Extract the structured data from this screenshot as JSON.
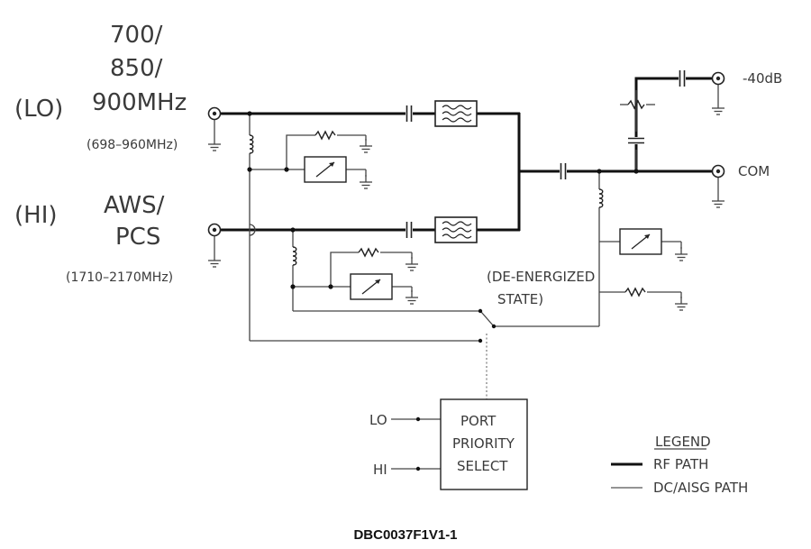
{
  "ports": {
    "lo_label": "(LO)",
    "lo_band_1": "700/",
    "lo_band_2": "850/",
    "lo_band_3": "900MHz",
    "lo_range": "(698–960MHz)",
    "hi_label": "(HI)",
    "hi_band_1": "AWS/",
    "hi_band_2": "PCS",
    "hi_range": "(1710–2170MHz)",
    "coupled": "-40dB",
    "com": "COM"
  },
  "switch": {
    "state_1": "(DE-ENERGIZED",
    "state_2": "STATE)"
  },
  "selector": {
    "lo_input": "LO",
    "hi_input": "HI",
    "line_1": "PORT",
    "line_2": "PRIORITY",
    "line_3": "SELECT"
  },
  "legend": {
    "title": "LEGEND",
    "rf": "RF PATH",
    "dc": "DC/AISG PATH"
  },
  "caption": "DBC0037F1V1-1"
}
